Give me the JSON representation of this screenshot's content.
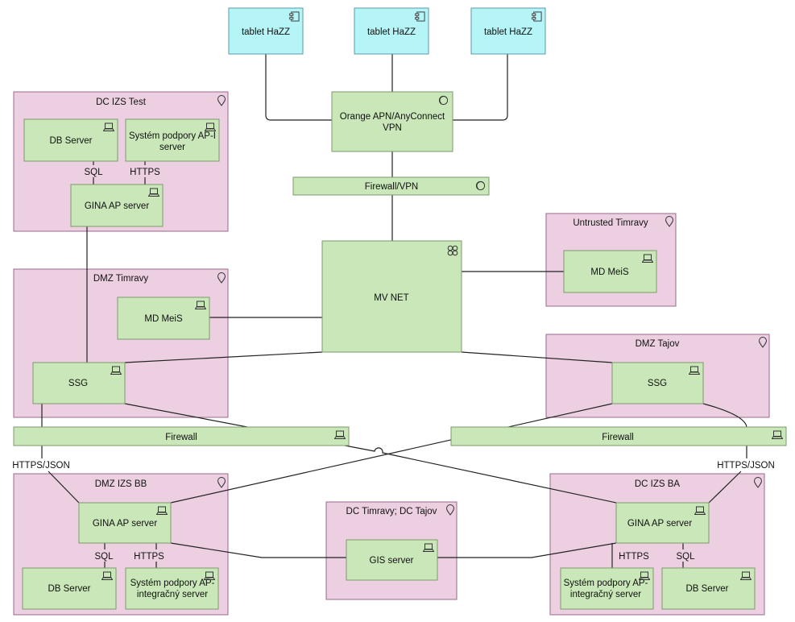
{
  "colors": {
    "group_fill": "#ecd0e2",
    "node_fill": "#c9e7b8",
    "tablet_fill": "#b5f5f7",
    "line": "#222222"
  },
  "groups": {
    "dc_izs_test": "DC IZS Test",
    "dmz_timravy": "DMZ Timravy",
    "untrusted_timravy": "Untrusted Timravy",
    "dmz_tajov": "DMZ Tajov",
    "dmz_izs_bb": "DMZ IZS BB",
    "dc_timravy_tajov": "DC Timravy; DC Tajov",
    "dc_izs_ba": "DC IZS BA"
  },
  "tablets": [
    "tablet HaZZ",
    "tablet HaZZ",
    "tablet HaZZ"
  ],
  "nodes": {
    "orange_vpn": [
      "Orange APN/AnyConnect",
      "VPN"
    ],
    "firewall_vpn": "Firewall/VPN",
    "mv_net": "MV NET",
    "test_db_server": "DB Server",
    "test_system": [
      "Systém podpory AP-I",
      "server"
    ],
    "test_gina": "GINA AP server",
    "timravy_md_meis": "MD MeiS",
    "untrusted_md_meis": "MD MeiS",
    "ssg_timravy": "SSG",
    "ssg_tajov": "SSG",
    "firewall_left": "Firewall",
    "firewall_right": "Firewall",
    "bb_gina": "GINA AP server",
    "bb_db_server": "DB Server",
    "bb_system": [
      "Systém podpory AP-",
      "integračný server"
    ],
    "gis_server": "GIS server",
    "ba_gina": "GINA AP server",
    "ba_system": [
      "Systém podpory AP-",
      "integračný server"
    ],
    "ba_db_server": "DB Server"
  },
  "edge_labels": {
    "test_sql": "SQL",
    "test_https": "HTTPS",
    "left_https_json": "HTTPS/JSON",
    "right_https_json": "HTTPS/JSON",
    "bb_sql": "SQL",
    "bb_https": "HTTPS",
    "ba_https": "HTTPS",
    "ba_sql": "SQL"
  }
}
